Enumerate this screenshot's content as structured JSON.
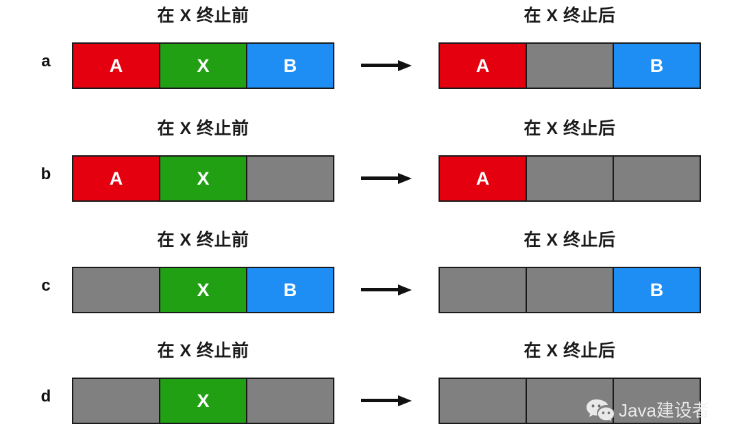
{
  "diagram": {
    "title_before": "在 X 终止前",
    "title_after": "在 X 终止后",
    "colors": {
      "red": "#e4000f",
      "green": "#22a014",
      "blue": "#1e8ef5",
      "gray": "#808080",
      "border": "#1a1a1a",
      "text_on_cell": "#ffffff",
      "background": "#ffffff",
      "arrow": "#111111",
      "watermark_text": "#f2f2f2"
    },
    "arrow_icon": "right-arrow-icon",
    "rows": [
      {
        "label": "a",
        "before": {
          "title": "在 X 终止前",
          "cells": [
            {
              "text": "A",
              "color": "red"
            },
            {
              "text": "X",
              "color": "green"
            },
            {
              "text": "B",
              "color": "blue"
            }
          ]
        },
        "after": {
          "title": "在 X 终止后",
          "cells": [
            {
              "text": "A",
              "color": "red"
            },
            {
              "text": "",
              "color": "gray"
            },
            {
              "text": "B",
              "color": "blue"
            }
          ]
        }
      },
      {
        "label": "b",
        "before": {
          "title": "在 X 终止前",
          "cells": [
            {
              "text": "A",
              "color": "red"
            },
            {
              "text": "X",
              "color": "green"
            },
            {
              "text": "",
              "color": "gray"
            }
          ]
        },
        "after": {
          "title": "在 X 终止后",
          "cells": [
            {
              "text": "A",
              "color": "red"
            },
            {
              "text": "",
              "color": "gray"
            },
            {
              "text": "",
              "color": "gray"
            }
          ]
        }
      },
      {
        "label": "c",
        "before": {
          "title": "在 X 终止前",
          "cells": [
            {
              "text": "",
              "color": "gray"
            },
            {
              "text": "X",
              "color": "green"
            },
            {
              "text": "B",
              "color": "blue"
            }
          ]
        },
        "after": {
          "title": "在 X 终止后",
          "cells": [
            {
              "text": "",
              "color": "gray"
            },
            {
              "text": "",
              "color": "gray"
            },
            {
              "text": "B",
              "color": "blue"
            }
          ]
        }
      },
      {
        "label": "d",
        "before": {
          "title": "在 X 终止前",
          "cells": [
            {
              "text": "",
              "color": "gray"
            },
            {
              "text": "X",
              "color": "green"
            },
            {
              "text": "",
              "color": "gray"
            }
          ]
        },
        "after": {
          "title": "在 X 终止后",
          "cells": [
            {
              "text": "",
              "color": "gray"
            },
            {
              "text": "",
              "color": "gray"
            },
            {
              "text": "",
              "color": "gray"
            }
          ]
        }
      }
    ]
  },
  "watermark": {
    "text": "Java建设者",
    "icon": "wechat-icon"
  }
}
